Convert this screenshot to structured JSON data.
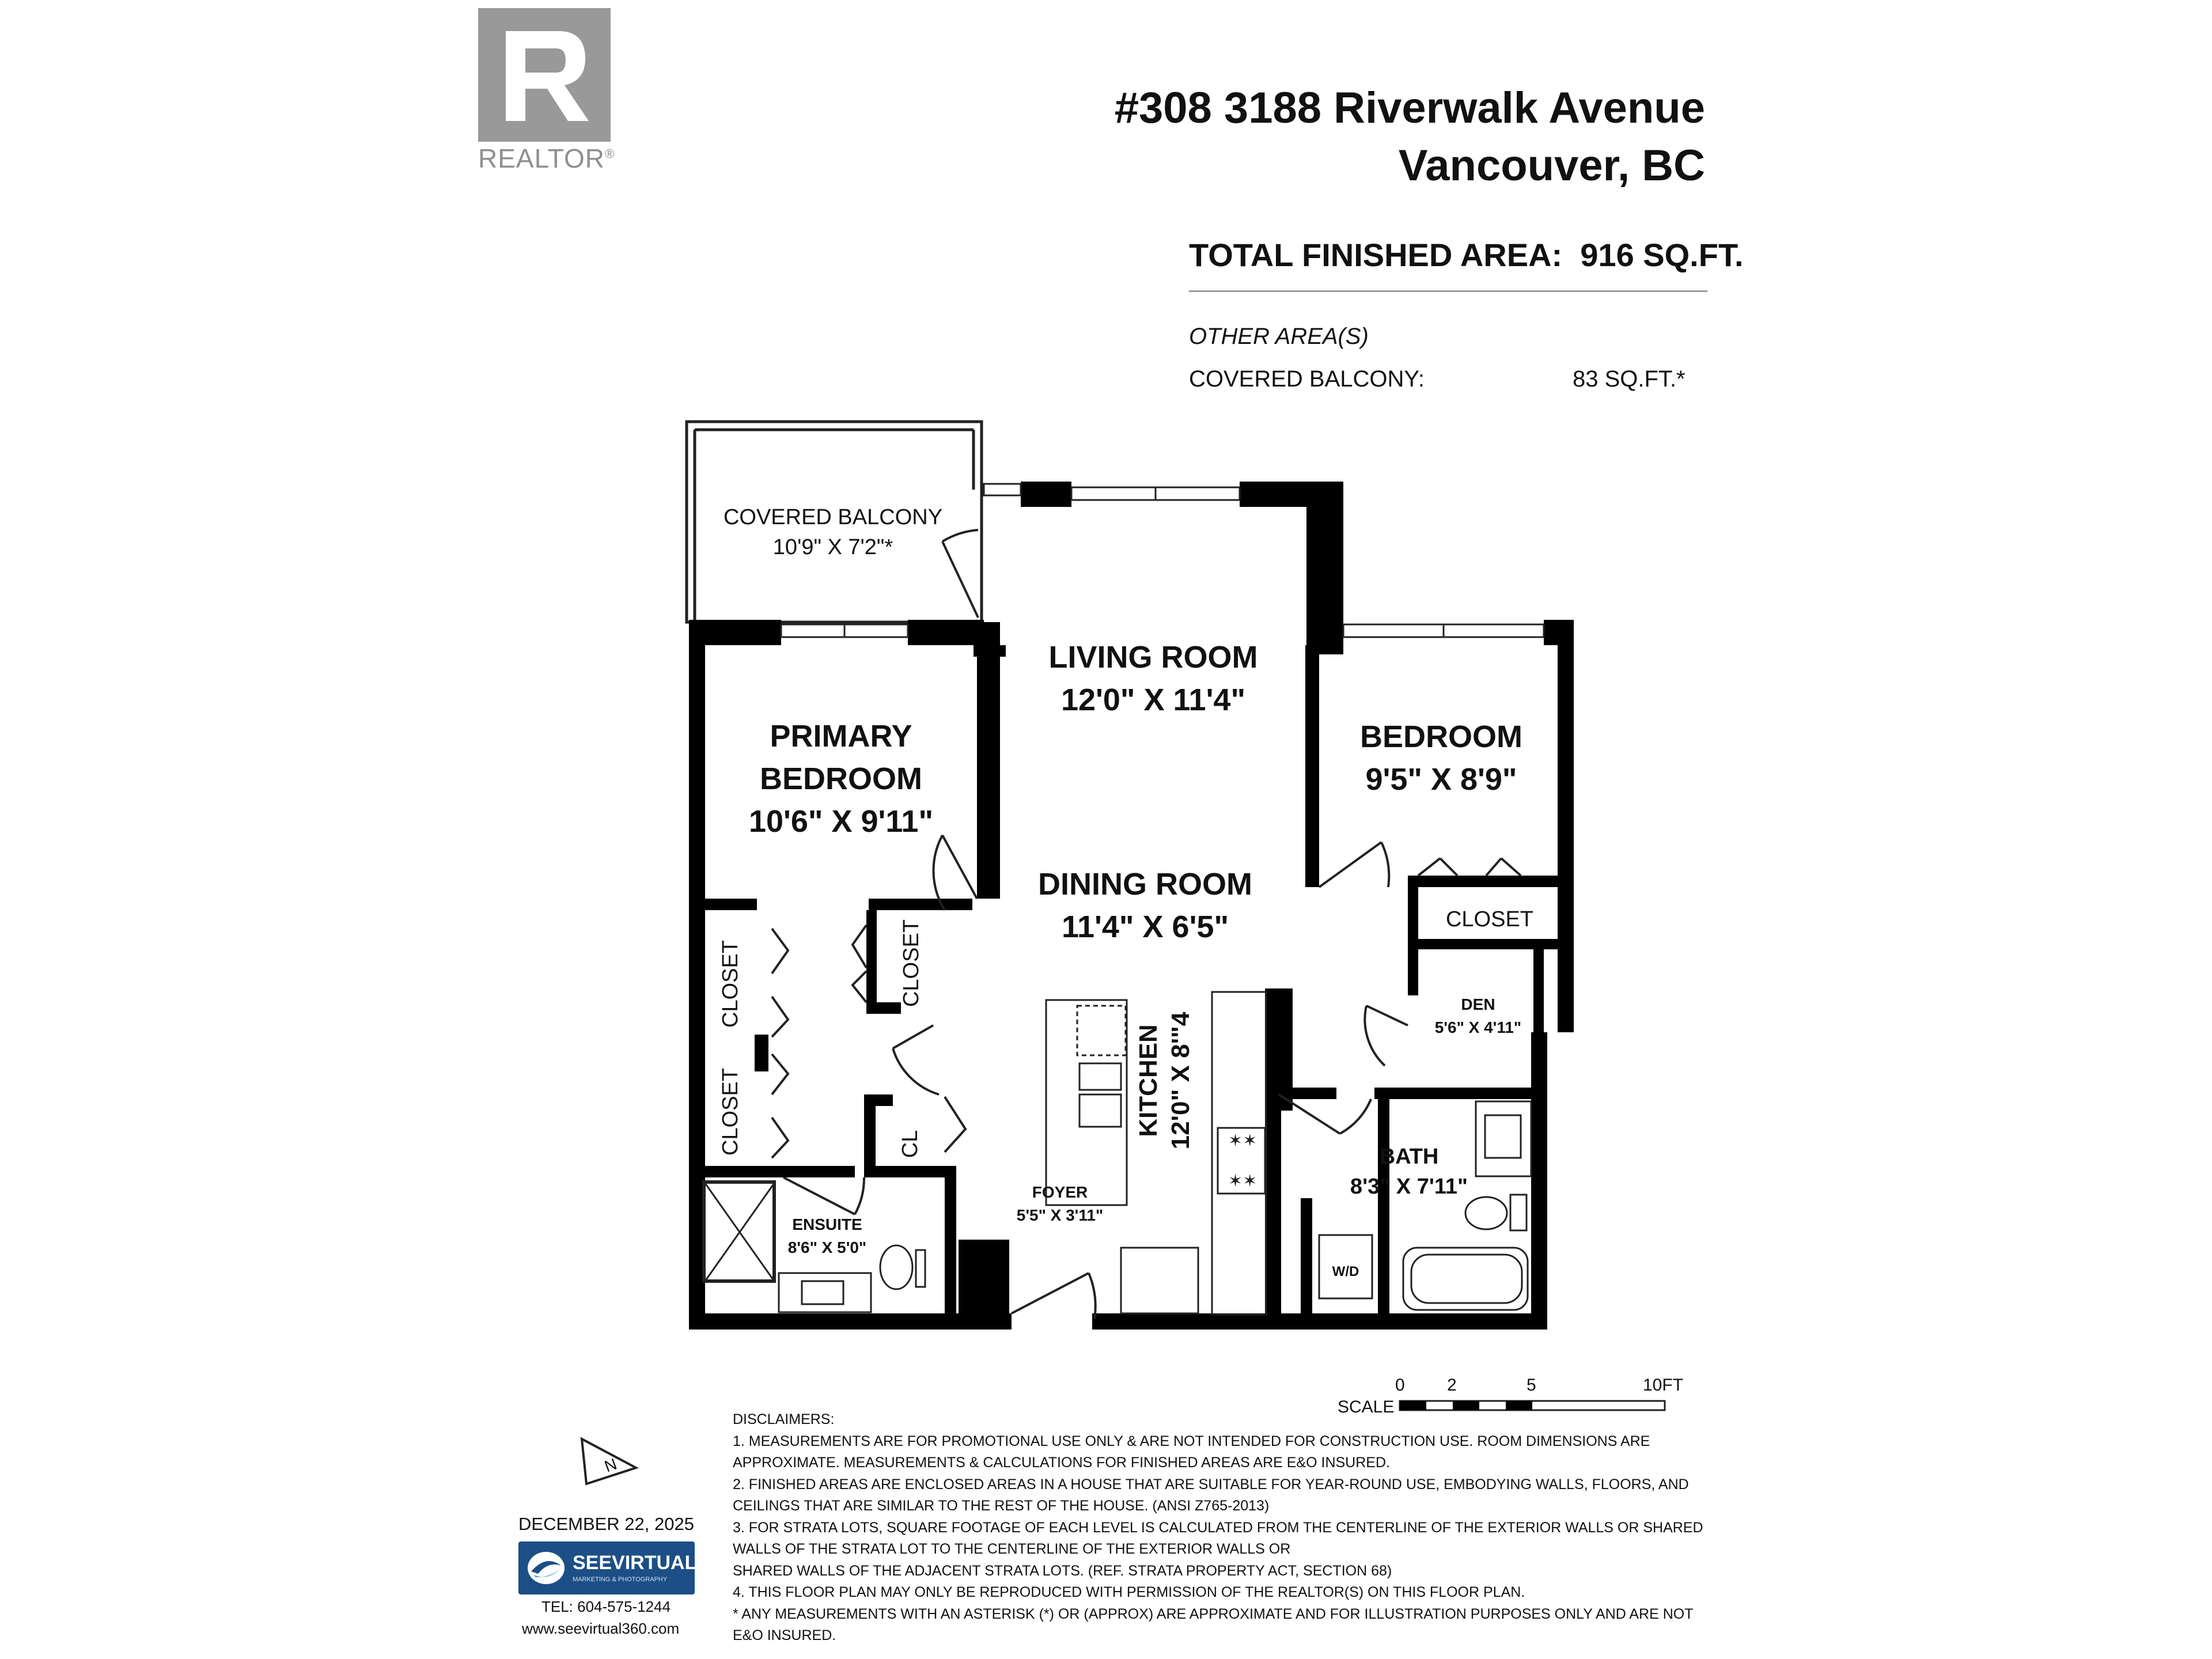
{
  "branding": {
    "realtor_text": "REALTOR",
    "realtor_reg": "®",
    "agency_name": "SEEVIRTUAL",
    "agency_tagline": "MARKETING & PHOTOGRAPHY",
    "tel": "TEL: 604-575-1244",
    "website": "www.seevirtual360.com"
  },
  "header": {
    "address_line1": "#308 3188 Riverwalk Avenue",
    "address_line2": "Vancouver, BC",
    "total_area_label": "TOTAL FINISHED AREA:",
    "total_area_value": "916 SQ.FT.",
    "other_areas_label": "OTHER AREA(S)",
    "balcony_label": "COVERED BALCONY:",
    "balcony_value": "83 SQ.FT.*"
  },
  "rooms": {
    "covered_balcony": {
      "name": "COVERED BALCONY",
      "dims": "10'9\" X 7'2\"*"
    },
    "living_room": {
      "name": "LIVING ROOM",
      "dims": "12'0\" X 11'4\""
    },
    "primary_bedroom": {
      "name1": "PRIMARY",
      "name2": "BEDROOM",
      "dims": "10'6\" X 9'11\""
    },
    "bedroom": {
      "name": "BEDROOM",
      "dims": "9'5\" X 8'9\""
    },
    "dining_room": {
      "name": "DINING ROOM",
      "dims": "11'4\" X 6'5\""
    },
    "closet_right": "CLOSET",
    "den": {
      "name": "DEN",
      "dims": "5'6\" X 4'11\""
    },
    "closet_left_top": "CLOSET",
    "closet_left_bottom": "CLOSET",
    "closet_mid": "CLOSET",
    "kitchen": {
      "name": "KITCHEN",
      "dims": "12'0\" X 8'\"4"
    },
    "cl": "CL",
    "bath": {
      "name": "BATH",
      "dims": "8'3\" X 7'11\""
    },
    "foyer": {
      "name": "FOYER",
      "dims": "5'5\" X 3'11\""
    },
    "ensuite": {
      "name": "ENSUITE",
      "dims": "8'6\" X 5'0\""
    },
    "wd": "W/D"
  },
  "scale": {
    "label": "SCALE",
    "ticks": [
      "0",
      "2",
      "5",
      "10FT"
    ]
  },
  "compass": {
    "letter": "N"
  },
  "date": "DECEMBER 22, 2025",
  "disclaimers": [
    "DISCLAIMERS:",
    "1. MEASUREMENTS ARE FOR PROMOTIONAL USE ONLY & ARE NOT INTENDED FOR CONSTRUCTION USE. ROOM DIMENSIONS ARE",
    "APPROXIMATE. MEASUREMENTS & CALCULATIONS FOR FINISHED AREAS ARE E&O INSURED.",
    "2. FINISHED AREAS ARE ENCLOSED AREAS IN A HOUSE THAT ARE SUITABLE FOR YEAR-ROUND USE, EMBODYING WALLS, FLOORS, AND",
    "CEILINGS THAT ARE SIMILAR TO THE REST OF THE HOUSE. (ANSI Z765-2013)",
    "3. FOR STRATA LOTS, SQUARE FOOTAGE OF EACH LEVEL IS CALCULATED FROM THE CENTERLINE OF THE EXTERIOR WALLS OR SHARED",
    "WALLS OF THE STRATA LOT TO THE CENTERLINE OF THE EXTERIOR WALLS OR",
    "SHARED WALLS OF THE ADJACENT STRATA LOTS. (REF. STRATA PROPERTY ACT, SECTION 68)",
    "4. THIS FLOOR PLAN MAY ONLY BE REPRODUCED WITH PERMISSION OF THE REALTOR(S) ON THIS FLOOR PLAN.",
    "* ANY MEASUREMENTS WITH AN ASTERISK (*) OR (APPROX) ARE APPROXIMATE AND FOR ILLUSTRATION PURPOSES ONLY AND ARE NOT",
    "E&O INSURED."
  ]
}
